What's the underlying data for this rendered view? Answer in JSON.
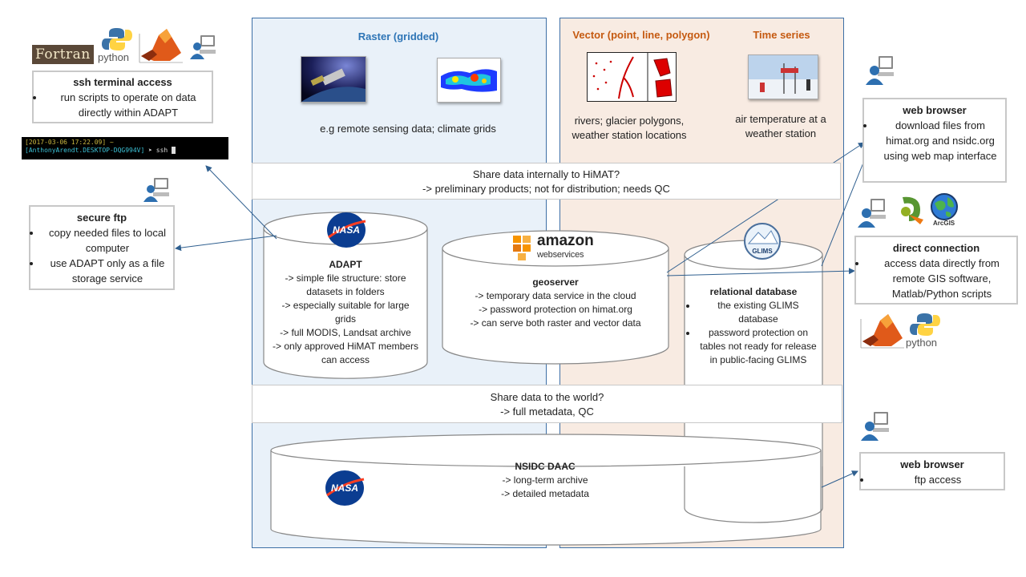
{
  "columns": {
    "raster": {
      "heading": "Raster (gridded)",
      "caption": "e.g remote  sensing data; climate grids"
    },
    "vector": {
      "heading": "Vector (point, line, polygon)",
      "caption_line1": "rivers; glacier polygons,",
      "caption_line2": "weather station locations"
    },
    "timeseries": {
      "heading": "Time series",
      "caption_line1": "air temperature  at a",
      "caption_line2": "weather station"
    }
  },
  "bands": {
    "internal": {
      "line1": "Share data internally to HiMAT?",
      "line2": "-> preliminary products;  not for distribution;  needs QC"
    },
    "world": {
      "line1": "Share data to the world?",
      "line2": "-> full metadata, QC"
    }
  },
  "cylinders": {
    "adapt": {
      "title": "ADAPT",
      "lines": [
        "-> simple file structure: store",
        "datasets in folders",
        "-> especially suitable for large",
        "grids",
        "-> full MODIS, Landsat archive",
        "-> only approved HiMAT members",
        "can access"
      ]
    },
    "geoserver": {
      "title": "geoserver",
      "lines": [
        "-> temporary data service in the cloud",
        "-> password protection on himat.org",
        "-> can serve both raster and vector data"
      ]
    },
    "relational": {
      "title": "relational database",
      "bullets": [
        "the existing GLIMS database",
        "password protection on tables not ready for release in public-facing GLIMS"
      ]
    },
    "nsidc": {
      "title": "NSIDC DAAC",
      "lines": [
        "-> long-term archive",
        "-> detailed metadata"
      ]
    }
  },
  "side_boxes": {
    "ssh": {
      "title": "ssh terminal access",
      "bullets": [
        "run scripts to operate on data directly within ADAPT"
      ]
    },
    "sftp": {
      "title": "secure ftp",
      "bullets": [
        "copy needed files to local computer",
        "use ADAPT only as a file storage service"
      ]
    },
    "web_browser_top": {
      "title": "web browser",
      "bullets": [
        "download files from himat.org and nsidc.org using web map interface"
      ]
    },
    "direct": {
      "title": "direct connection",
      "bullets": [
        "access data directly from remote  GIS software, Matlab/Python scripts"
      ]
    },
    "web_browser_bottom": {
      "title": "web browser",
      "bullets": [
        "ftp access"
      ]
    }
  },
  "terminal": {
    "line1": "[2017-03-06 17:22.09]  ~",
    "line2_prompt": "[AnthonyArendt.DESKTOP-DQG994V]",
    "line2_cmd": " ➤ ssh "
  },
  "logos": {
    "fortran": "Fortran",
    "python_top": "python",
    "python_bottom": "python",
    "nasa": "NASA",
    "amazon": "amazon",
    "webservices": "webservices",
    "glims": "GLIMS",
    "arcgis": "ArcGIS"
  },
  "colors": {
    "raster_bg": "#e9f1f9",
    "vector_bg": "#f8ebe2",
    "raster_heading": "#2e75b6",
    "vector_heading": "#c55a11",
    "arrow": "#2f5f8f",
    "nasa_blue": "#0b3d91",
    "nasa_red": "#fc3d21",
    "aws_orange": "#f79400"
  }
}
